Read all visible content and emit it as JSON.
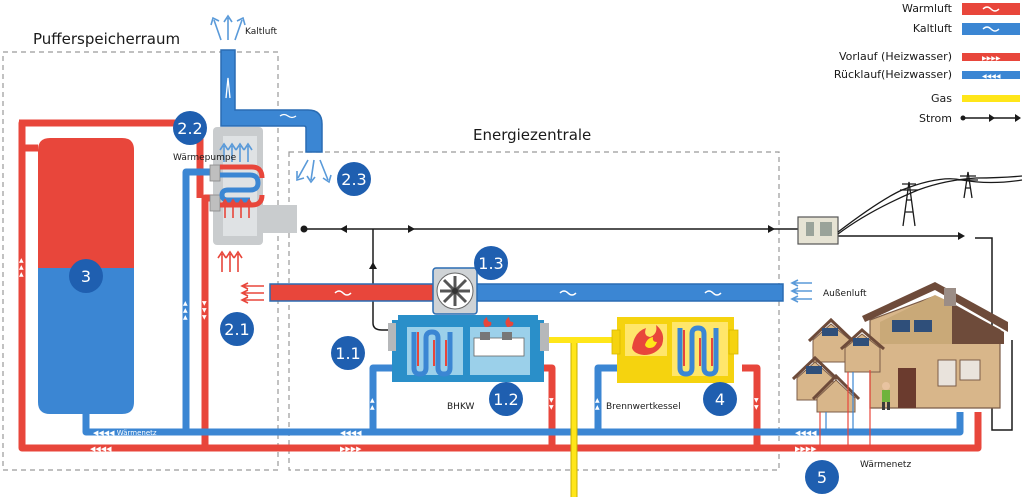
{
  "labels": {
    "puffer_room": "Pufferspeicherraum",
    "energy_center": "Energiezentrale",
    "heat_pump": "Wärmepumpe",
    "cold_air_out": "Kaltluft",
    "outside_air": "Außenluft",
    "chp": "BHKW",
    "boiler": "Brennwertkessel",
    "heat_network": "Wärmenetz"
  },
  "legend": [
    {
      "label": "Warmluft",
      "kind": "air",
      "color": "#e8463b"
    },
    {
      "label": "Kaltluft",
      "kind": "air",
      "color": "#3b86d3"
    },
    {
      "label": "Vorlauf (Heizwasser)",
      "kind": "pipe",
      "color": "#e8463b"
    },
    {
      "label": "Rücklauf(Heizwasser)",
      "kind": "pipe",
      "color": "#3b86d3"
    },
    {
      "label": "Gas",
      "kind": "gas",
      "color": "#ffe619"
    },
    {
      "label": "Strom",
      "kind": "power",
      "color": "#1a1a1a"
    }
  ],
  "badges": {
    "b_2_2": "2.2",
    "b_2_3": "2.3",
    "b_3": "3",
    "b_2_1": "2.1",
    "b_1_3": "1.3",
    "b_1_1": "1.1",
    "b_1_2": "1.2",
    "b_4": "4",
    "b_5": "5"
  },
  "colors": {
    "hot": "#e8463b",
    "cold": "#3b86d3",
    "gas": "#ffe619",
    "badge": "#1f5fb0",
    "machine": "#2a8fc9",
    "boiler": "#f5d30f",
    "wire": "#1a1a1a",
    "house": "#d8b68a",
    "roof": "#6e4b3a"
  }
}
